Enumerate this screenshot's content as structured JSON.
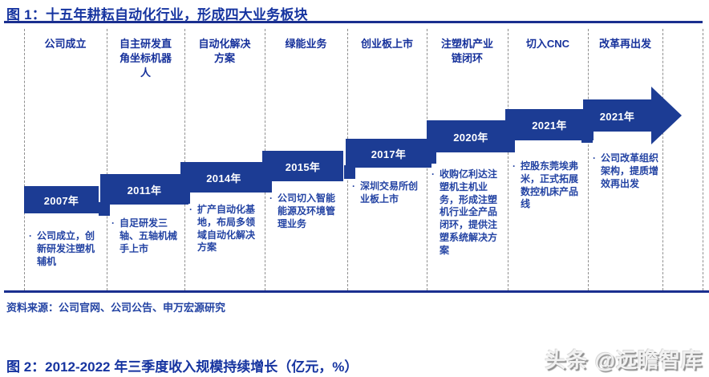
{
  "figure1": {
    "title": "图 1：十五年耕耘自动化行业，形成四大业务板块",
    "source": "资料来源：公司官网、公司公告、申万宏源研究"
  },
  "figure2": {
    "title": "图 2：2012-2022 年三季度收入规模持续增长（亿元，%）"
  },
  "watermark": "头条 @远瞻智库",
  "colors": {
    "bar_navy": "#1c3c94",
    "title_blue": "#1634a0",
    "header_blue": "#16319b",
    "desc_blue": "#2343a3",
    "rule_navy": "#1a2f8f",
    "separator_gray": "#8f8f8f"
  },
  "timeline": {
    "steps": [
      {
        "header": "公司成立",
        "year": "2007年",
        "desc": "公司成立，创新研发注塑机辅机"
      },
      {
        "header": "自主研发直角坐标机器人",
        "year": "2011年",
        "desc": "自足研发三轴、五轴机械手上市"
      },
      {
        "header": "自动化解决方案",
        "year": "2014年",
        "desc": "扩产自动化基地，布局多领域自动化解决方案"
      },
      {
        "header": "绿能业务",
        "year": "2015年",
        "desc": "公司切入智能能源及环境管理业务"
      },
      {
        "header": "创业板上市",
        "year": "2017年",
        "desc": "深圳交易所创业板上市"
      },
      {
        "header": "注塑机产业链闭环",
        "year": "2020年",
        "desc": "收购亿利达注塑机主机业务，形成注塑机行业全产品闭环，提供注塑系统解决方案"
      },
      {
        "header": "切入CNC",
        "year": "2021年",
        "desc": "控股东莞埃弗米，正式拓展数控机床产品线"
      },
      {
        "header": "改革再出发",
        "year": "2021年",
        "desc": "公司改革组织架构，提质增效再出发"
      }
    ]
  }
}
